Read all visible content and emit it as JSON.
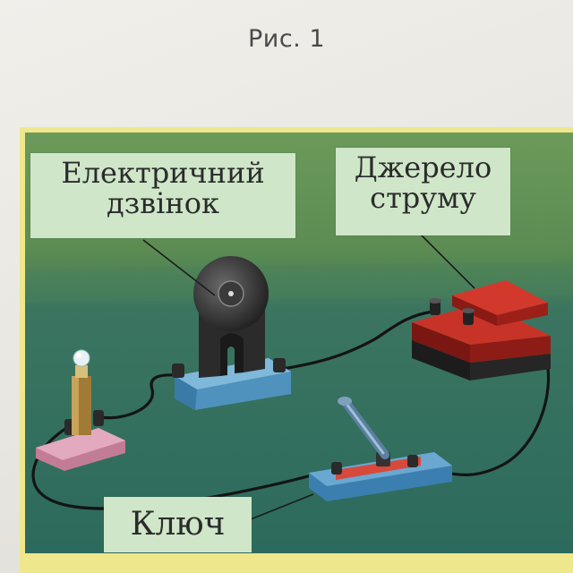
{
  "caption": "Рис. 1",
  "labels": {
    "bell_line1": "Електричний",
    "bell_line2": "дзвінок",
    "source_line1": "Джерело",
    "source_line2": "струму",
    "key": "Ключ"
  },
  "components": [
    "lamp-icon",
    "bell-icon",
    "battery-icon",
    "switch-icon",
    "wire"
  ],
  "colors": {
    "panel_top": "#5b8a4f",
    "panel_bottom": "#2f6a5c",
    "label_bg": "#cfe6c9",
    "battery": "#b42a24",
    "bell_base": "#5aa0c8",
    "lamp_base": "#d79ab0"
  }
}
